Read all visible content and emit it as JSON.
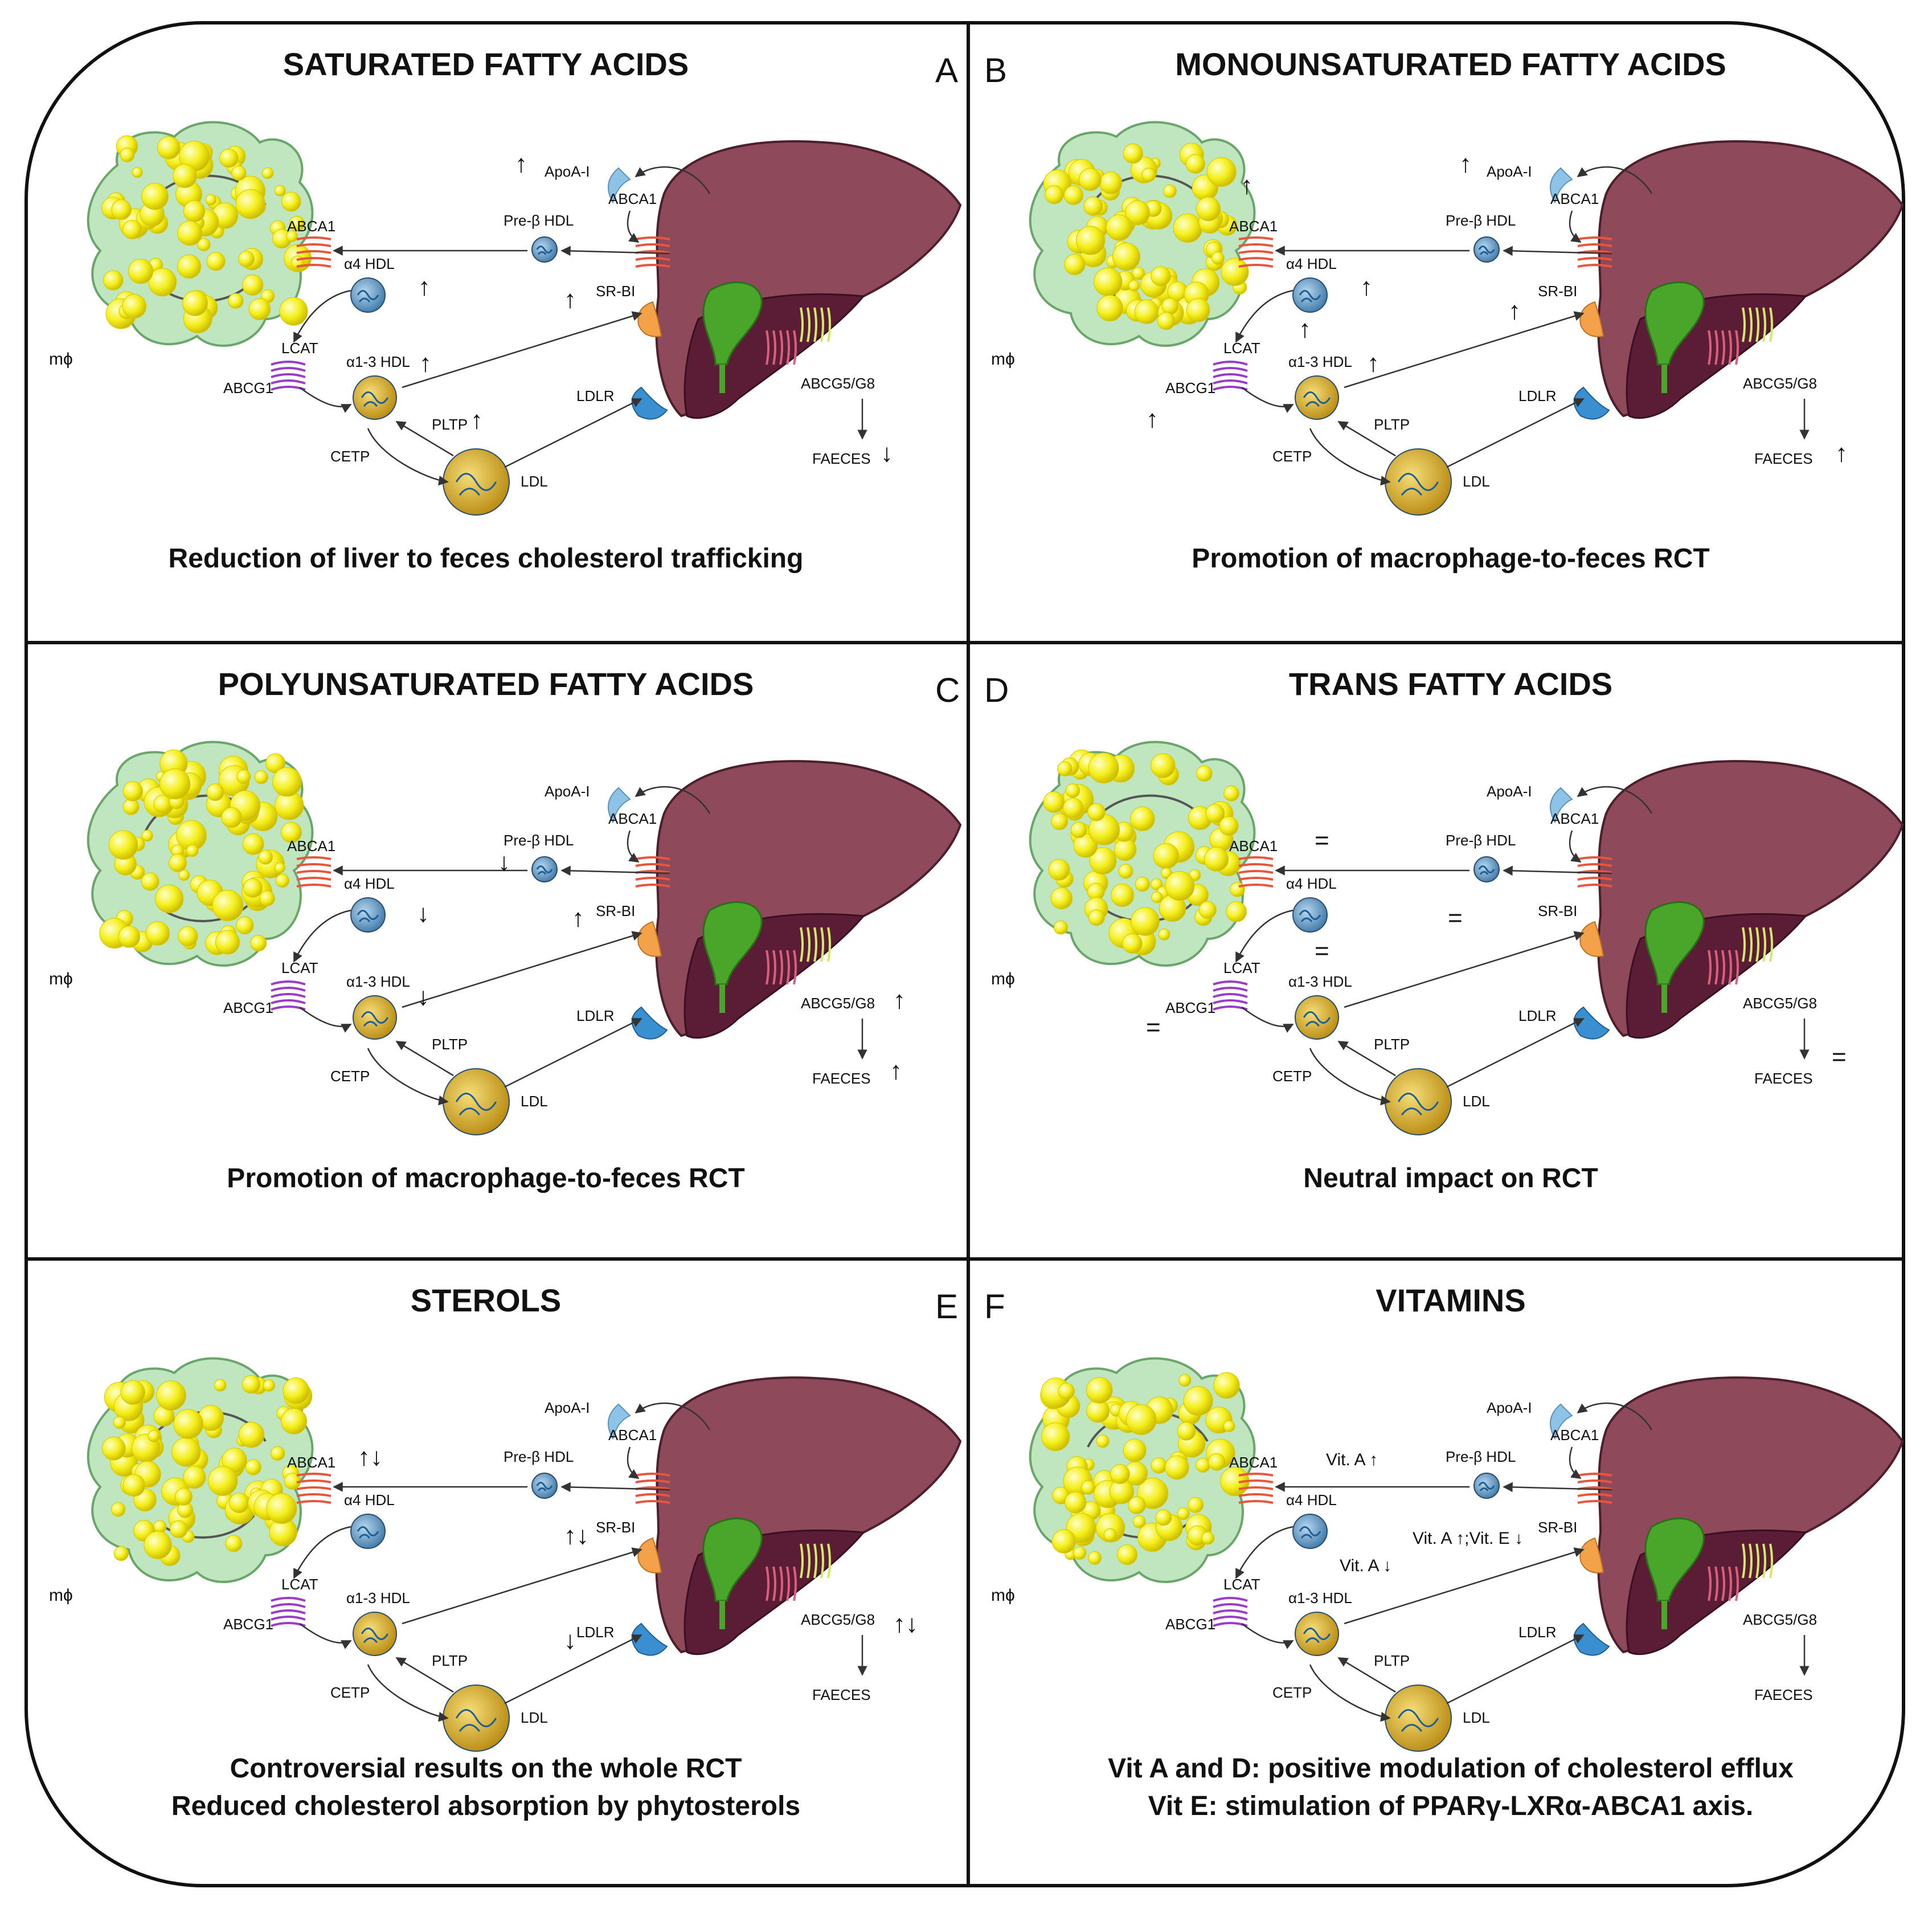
{
  "figure": {
    "frame_color": "#111111",
    "accent_colors": {
      "macrophage_fill": "#bfe6bf",
      "lipid_droplet": "#f4ef1a",
      "liver": "#8e4a5a",
      "liver_dark": "#5a1d35",
      "gallbladder": "#4aa52b",
      "apoa1": "#8ec3e8",
      "abca1_receptor": "#e8553c",
      "abcg1_receptor": "#9b3cc9",
      "srbi_receptor": "#f4a24a",
      "ldlr_receptor": "#3a8fd0",
      "abcg5g8_transporter": "#d3e86a",
      "hdl_particle": "#6fa0c8",
      "ldl_particle": "#e8c13c"
    },
    "panels": [
      {
        "letter": "A",
        "title": "SATURATED FATTY ACIDS",
        "caption_lines": [
          "Reduction of liver to feces cholesterol trafficking"
        ],
        "labels": {
          "apoa1": "ApoA-I",
          "abca1_liver": "ABCA1",
          "pre_beta_hdl": "Pre-β HDL",
          "abca1_cell": "ABCA1",
          "alpha4_hdl": "α4 HDL",
          "lcat": "LCAT",
          "mphi": "mϕ",
          "abcg1": "ABCG1",
          "alpha13_hdl": "α1-3 HDL",
          "srbi": "SR-BI",
          "abcg5g8": "ABCG5/G8",
          "ldlr": "LDLR",
          "pltp": "PLTP",
          "cetp": "CETP",
          "ldl": "LDL",
          "faeces": "FAECES"
        },
        "modulators": [
          {
            "key": "apoa1",
            "text": "↑"
          },
          {
            "key": "alpha4_hdl",
            "text": "↑"
          },
          {
            "key": "srbi",
            "text": "↑"
          },
          {
            "key": "alpha13_hdl",
            "text": "↑"
          },
          {
            "key": "pltp",
            "text": "↑"
          },
          {
            "key": "faeces",
            "text": "↓"
          }
        ]
      },
      {
        "letter": "B",
        "title": "MONOUNSATURATED FATTY ACIDS",
        "caption_lines": [
          "Promotion of macrophage-to-feces RCT"
        ],
        "labels": {
          "apoa1": "ApoA-I",
          "abca1_liver": "ABCA1",
          "pre_beta_hdl": "Pre-β HDL",
          "abca1_cell": "ABCA1",
          "alpha4_hdl": "α4 HDL",
          "lcat": "LCAT",
          "mphi": "mϕ",
          "abcg1": "ABCG1",
          "alpha13_hdl": "α1-3 HDL",
          "srbi": "SR-BI",
          "abcg5g8": "ABCG5/G8",
          "ldlr": "LDLR",
          "pltp": "PLTP",
          "cetp": "CETP",
          "ldl": "LDL",
          "faeces": "FAECES"
        },
        "modulators": [
          {
            "key": "apoa1",
            "text": "↑"
          },
          {
            "key": "abca1_cell_top",
            "text": "↑"
          },
          {
            "key": "alpha4_hdl",
            "text": "↑"
          },
          {
            "key": "lcat",
            "text": "↑"
          },
          {
            "key": "srbi",
            "text": "↑"
          },
          {
            "key": "alpha13_hdl",
            "text": "↑"
          },
          {
            "key": "abcg1",
            "text": "↑"
          },
          {
            "key": "faeces",
            "text": "↑"
          }
        ]
      },
      {
        "letter": "C",
        "title": "POLYUNSATURATED FATTY ACIDS",
        "caption_lines": [
          "Promotion of macrophage-to-feces RCT"
        ],
        "labels": {
          "apoa1": "ApoA-I",
          "abca1_liver": "ABCA1",
          "pre_beta_hdl": "Pre-β HDL",
          "abca1_cell": "ABCA1",
          "alpha4_hdl": "α4 HDL",
          "lcat": "LCAT",
          "mphi": "mϕ",
          "abcg1": "ABCG1",
          "alpha13_hdl": "α1-3 HDL",
          "srbi": "SR-BI",
          "abcg5g8": "ABCG5/G8",
          "ldlr": "LDLR",
          "pltp": "PLTP",
          "cetp": "CETP",
          "ldl": "LDL",
          "faeces": "FAECES"
        },
        "modulators": [
          {
            "key": "pre_beta_hdl",
            "text": "↓"
          },
          {
            "key": "alpha4_hdl",
            "text": "↓"
          },
          {
            "key": "srbi",
            "text": "↑"
          },
          {
            "key": "alpha13_hdl",
            "text": "↓"
          },
          {
            "key": "abcg5g8",
            "text": "↑"
          },
          {
            "key": "faeces",
            "text": "↑"
          }
        ]
      },
      {
        "letter": "D",
        "title": "TRANS FATTY ACIDS",
        "caption_lines": [
          "Neutral impact on RCT"
        ],
        "labels": {
          "apoa1": "ApoA-I",
          "abca1_liver": "ABCA1",
          "pre_beta_hdl": "Pre-β HDL",
          "abca1_cell": "ABCA1",
          "alpha4_hdl": "α4 HDL",
          "lcat": "LCAT",
          "mphi": "mϕ",
          "abcg1": "ABCG1",
          "alpha13_hdl": "α1-3 HDL",
          "srbi": "SR-BI",
          "abcg5g8": "ABCG5/G8",
          "ldlr": "LDLR",
          "pltp": "PLTP",
          "cetp": "CETP",
          "ldl": "LDL",
          "faeces": "FAECES"
        },
        "modulators": [
          {
            "key": "abca1_cell",
            "text": "="
          },
          {
            "key": "srbi",
            "text": "="
          },
          {
            "key": "lcat",
            "text": "="
          },
          {
            "key": "abcg1",
            "text": "="
          },
          {
            "key": "faeces",
            "text": "="
          }
        ]
      },
      {
        "letter": "E",
        "title": "STEROLS",
        "caption_lines": [
          "Controversial results on the whole RCT",
          "Reduced cholesterol absorption by phytosterols"
        ],
        "labels": {
          "apoa1": "ApoA-I",
          "abca1_liver": "ABCA1",
          "pre_beta_hdl": "Pre-β HDL",
          "abca1_cell": "ABCA1",
          "alpha4_hdl": "α4 HDL",
          "lcat": "LCAT",
          "mphi": "mϕ",
          "abcg1": "ABCG1",
          "alpha13_hdl": "α1-3 HDL",
          "srbi": "SR-BI",
          "abcg5g8": "ABCG5/G8",
          "ldlr": "LDLR",
          "pltp": "PLTP",
          "cetp": "CETP",
          "ldl": "LDL",
          "faeces": "FAECES"
        },
        "modulators": [
          {
            "key": "abca1_cell",
            "text": "↑↓"
          },
          {
            "key": "srbi",
            "text": "↑↓"
          },
          {
            "key": "abcg5g8",
            "text": "↑↓"
          },
          {
            "key": "ldlr",
            "text": "↓"
          }
        ]
      },
      {
        "letter": "F",
        "title": "VITAMINS",
        "caption_lines": [
          "Vit A and D: positive modulation of cholesterol efflux",
          "Vit E: stimulation of PPARγ-LXRα-ABCA1 axis."
        ],
        "labels": {
          "apoa1": "ApoA-I",
          "abca1_liver": "ABCA1",
          "pre_beta_hdl": "Pre-β HDL",
          "abca1_cell": "ABCA1",
          "alpha4_hdl": "α4 HDL",
          "lcat": "LCAT",
          "mphi": "mϕ",
          "abcg1": "ABCG1",
          "alpha13_hdl": "α1-3 HDL",
          "srbi": "SR-BI",
          "abcg5g8": "ABCG5/G8",
          "ldlr": "LDLR",
          "pltp": "PLTP",
          "cetp": "CETP",
          "ldl": "LDL",
          "faeces": "FAECES"
        },
        "modulators": [
          {
            "key": "abca1_cell",
            "text": "Vit. A ↑"
          },
          {
            "key": "alpha4_hdl",
            "text": "Vit. A ↓"
          },
          {
            "key": "srbi",
            "text": "Vit. A ↑;Vit. E ↓"
          }
        ]
      }
    ]
  }
}
